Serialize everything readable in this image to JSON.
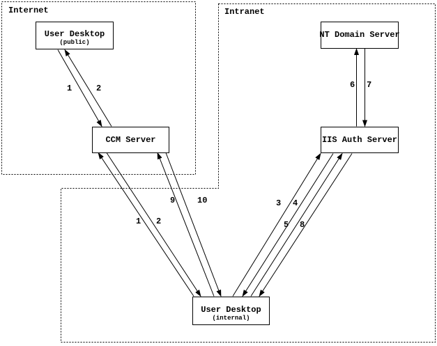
{
  "zones": {
    "internet": {
      "label": "Internet"
    },
    "intranet": {
      "label": "Intranet"
    }
  },
  "nodes": {
    "user_desktop_public": {
      "title": "User Desktop",
      "subtitle": "(public)"
    },
    "ccm_server": {
      "title": "CCM Server"
    },
    "nt_domain_server": {
      "title": "NT Domain Server"
    },
    "iis_auth_server": {
      "title": "IIS Auth Server"
    },
    "user_desktop_internal": {
      "title": "User Desktop",
      "subtitle": "(internal)"
    }
  },
  "steps": {
    "s1": "1",
    "s2": "2",
    "s3": "3",
    "s4": "4",
    "s5": "5",
    "s6": "6",
    "s7": "7",
    "s8": "8",
    "s9": "9",
    "s10": "10"
  },
  "colors": {
    "line": "#000000",
    "background": "#ffffff",
    "text": "#000000"
  }
}
